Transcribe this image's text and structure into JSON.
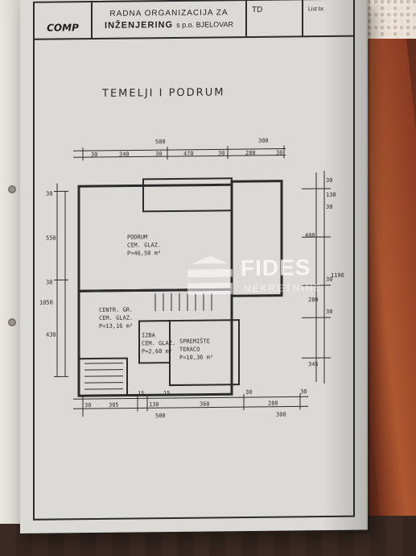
{
  "title_block": {
    "logo": "COMP",
    "org_line1": "RADNA ORGANIZACIJA ZA",
    "org_line2": "INŽENJERING",
    "org_line2_suffix": "s p.o. BJELOVAR",
    "code": "TD",
    "sheet_label": "List br."
  },
  "drawing": {
    "title": "TEMELJI I PODRUM",
    "rooms": [
      {
        "name": "PODRUM",
        "desc": "CEM. GLAZ.",
        "area": "P=46,50 m²"
      },
      {
        "name": "CENTR. GR.",
        "desc": "CEM. GLAZ.",
        "area": "P=13,16 m²"
      },
      {
        "name": "IZBA",
        "desc": "CEM. GLAZ.",
        "area": "P=2,60 m²"
      },
      {
        "name": "SPREMIŠTE",
        "desc": "TERACO",
        "area": "P=10,36 m²"
      }
    ],
    "dims_top": [
      "30",
      "340",
      "30",
      "470",
      "30",
      "280",
      "30",
      "300",
      "500"
    ],
    "dims_bottom": [
      "30",
      "305",
      "15",
      "130",
      "15",
      "360",
      "30",
      "280",
      "30",
      "300",
      "500"
    ],
    "dims_left": [
      "30",
      "550",
      "30",
      "1050",
      "430"
    ],
    "dims_right": [
      "30",
      "130",
      "30",
      "400",
      "30",
      "280",
      "30",
      "1190",
      "345"
    ]
  },
  "watermark": {
    "text": "FIDES",
    "sub": "NEKRETNINE"
  }
}
